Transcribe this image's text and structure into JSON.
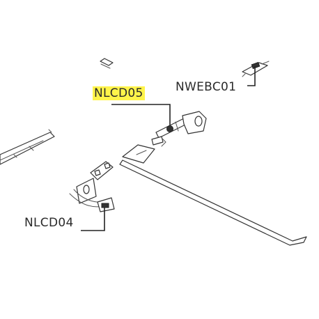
{
  "callouts": {
    "nwebc01": "NWEBC01",
    "nlcd05": "NLCD05",
    "nlcd04": "NLCD04"
  },
  "colors": {
    "highlight": "#fff44a",
    "line": "#333333",
    "label_text": "#2a2a2a",
    "background": "#ffffff"
  }
}
